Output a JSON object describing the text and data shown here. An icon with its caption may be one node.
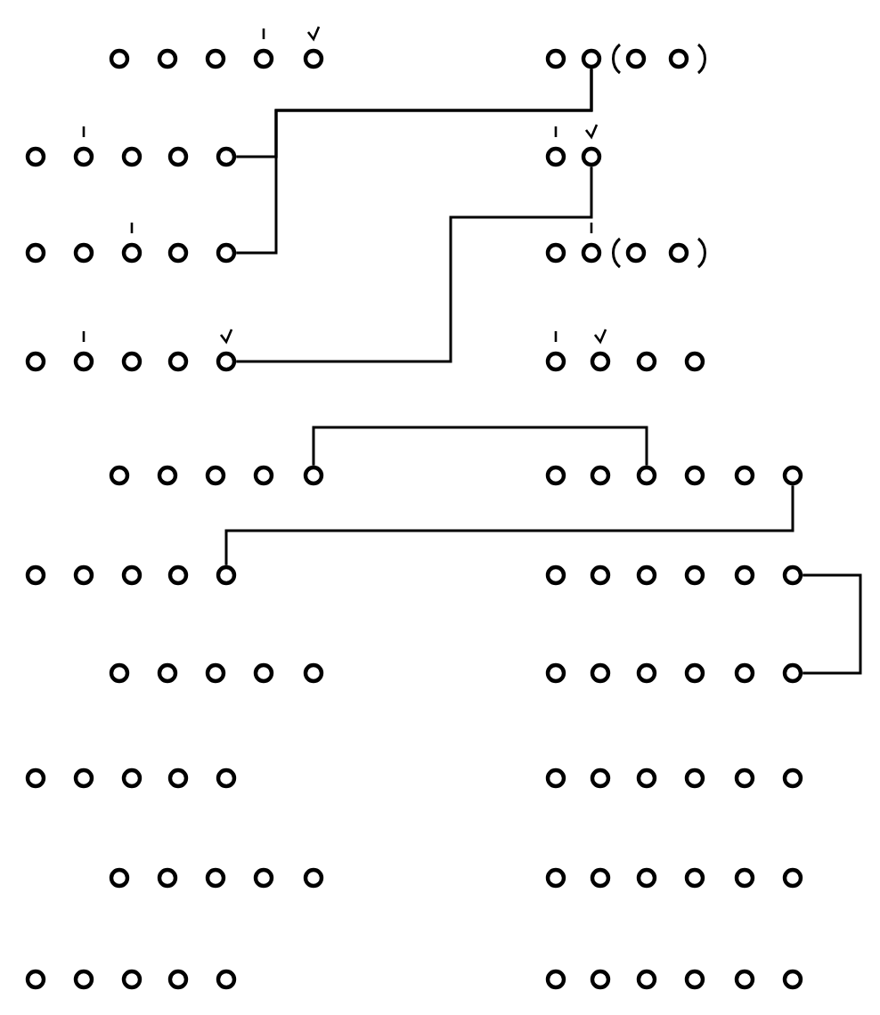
{
  "diagram": {
    "nodes": [
      {
        "text": [],
        "shape": "circle"
      },
      {
        "text": [],
        "shape": "circle"
      },
      {
        "text": [],
        "shape": "circle"
      },
      {
        "text": [],
        "shape": "circle"
      },
      {
        "text": [],
        "shape": "circle"
      },
      {
        "text": [],
        "shape": "circle"
      },
      {
        "text": [],
        "shape": "circle"
      },
      {
        "text": [],
        "shape": "circle"
      },
      {
        "text": [],
        "shape": "circle"
      },
      {
        "text": [],
        "shape": "circle"
      },
      {
        "text": [],
        "shape": "circle"
      },
      {
        "text": [],
        "shape": "circle"
      },
      {
        "text": [],
        "shape": "circle"
      },
      {
        "text": [],
        "shape": "circle"
      },
      {
        "text": [],
        "shape": "circle"
      },
      {
        "text": [],
        "shape": "circle"
      },
      {
        "text": [],
        "shape": "circle"
      },
      {
        "text": [],
        "shape": "circle"
      },
      {
        "text": [],
        "shape": "circle"
      },
      {
        "text": [],
        "shape": "circle"
      },
      {
        "text": [],
        "shape": "circle"
      },
      {
        "text": [],
        "shape": "circle"
      },
      {
        "text": [],
        "shape": "circle"
      },
      {
        "text": [],
        "shape": "circle"
      },
      {
        "text": [],
        "shape": "circle"
      },
      {
        "text": [],
        "shape": "circle"
      },
      {
        "text": [],
        "shape": "circle"
      },
      {
        "text": [],
        "shape": "circle"
      },
      {
        "text": [],
        "shape": "circle"
      },
      {
        "text": [],
        "shape": "circle"
      },
      {
        "text": [],
        "shape": "circle"
      },
      {
        "text": [],
        "shape": "circle"
      },
      {
        "text": [],
        "shape": "circle"
      },
      {
        "text": [],
        "shape": "circle"
      },
      {
        "text": [],
        "shape": "circle"
      },
      {
        "text": [],
        "shape": "circle"
      },
      {
        "text": [],
        "shape": "circle"
      },
      {
        "text": [],
        "shape": "circle"
      },
      {
        "text": [],
        "shape": "circle"
      },
      {
        "text": [],
        "shape": "circle"
      },
      {
        "text": [],
        "shape": "circle"
      },
      {
        "text": [],
        "shape": "circle"
      },
      {
        "text": [],
        "shape": "circle"
      },
      {
        "text": [],
        "shape": "circle"
      },
      {
        "text": [],
        "shape": "circle"
      },
      {
        "text": [],
        "shape": "circle"
      },
      {
        "text": [],
        "shape": "circle"
      },
      {
        "text": [],
        "shape": "circle"
      },
      {
        "text": [],
        "shape": "circle"
      },
      {
        "text": [],
        "shape": "circle"
      },
      {
        "text": [],
        "shape": "circle"
      },
      {
        "text": [],
        "shape": "circle"
      },
      {
        "text": [],
        "shape": "circle"
      },
      {
        "text": [],
        "shape": "circle"
      },
      {
        "text": [],
        "shape": "circle"
      },
      {
        "text": [],
        "shape": "circle"
      },
      {
        "text": [],
        "shape": "circle"
      },
      {
        "text": [],
        "shape": "circle"
      },
      {
        "text": [],
        "shape": "circle"
      },
      {
        "text": [],
        "shape": "circle"
      },
      {
        "text": [],
        "shape": "circle"
      },
      {
        "text": [],
        "shape": "circle"
      },
      {
        "text": [],
        "shape": "circle"
      },
      {
        "text": [],
        "shape": "circle"
      },
      {
        "text": [],
        "shape": "circle"
      },
      {
        "text": [],
        "shape": "circle"
      },
      {
        "text": [],
        "shape": "circle"
      },
      {
        "text": [],
        "shape": "circle"
      },
      {
        "text": [],
        "shape": "circle"
      },
      {
        "text": [],
        "shape": "circle"
      },
      {
        "text": [],
        "shape": "circle"
      },
      {
        "text": [],
        "shape": "circle"
      },
      {
        "text": [],
        "shape": "circle"
      },
      {
        "text": [],
        "shape": "circle"
      },
      {
        "text": [],
        "shape": "circle"
      },
      {
        "text": [],
        "shape": "circle"
      },
      {
        "text": [],
        "shape": "circle"
      },
      {
        "text": [],
        "shape": "circle"
      },
      {
        "text": [],
        "shape": "circle"
      },
      {
        "text": [],
        "shape": "circle"
      },
      {
        "text": [],
        "shape": "circle"
      },
      {
        "text": [],
        "shape": "circle"
      },
      {
        "text": [],
        "shape": "circle"
      },
      {
        "text": [],
        "shape": "circle"
      },
      {
        "text": [],
        "shape": "circle"
      },
      {
        "text": [],
        "shape": "circle"
      },
      {
        "text": [],
        "shape": "circle"
      },
      {
        "text": [],
        "shape": "circle"
      },
      {
        "text": [],
        "shape": "circle"
      },
      {
        "text": [],
        "shape": "circle"
      },
      {
        "text": [],
        "shape": "circle"
      },
      {
        "text": [],
        "shape": "circle"
      },
      {
        "text": [],
        "shape": "circle"
      },
      {
        "text": [],
        "shape": "circle"
      },
      {
        "text": [],
        "shape": "circle"
      },
      {
        "text": [],
        "shape": "circle"
      },
      {
        "text": [],
        "shape": "circle"
      },
      {
        "text": [],
        "shape": "circle"
      },
      {
        "text": [],
        "shape": "circle"
      },
      {
        "text": [],
        "shape": "circle"
      }
    ],
    "edges": [
      {
        "from": 6,
        "to": 13,
        "arrow": "none"
      },
      {
        "from": 6,
        "to": 20,
        "arrow": "none"
      },
      {
        "from": 15,
        "to": 29,
        "arrow": "none"
      },
      {
        "from": 38,
        "to": 41,
        "arrow": "none"
      },
      {
        "from": 44,
        "to": 49,
        "arrow": "none"
      },
      {
        "from": 55,
        "to": 66,
        "arrow": "none"
      }
    ]
  }
}
